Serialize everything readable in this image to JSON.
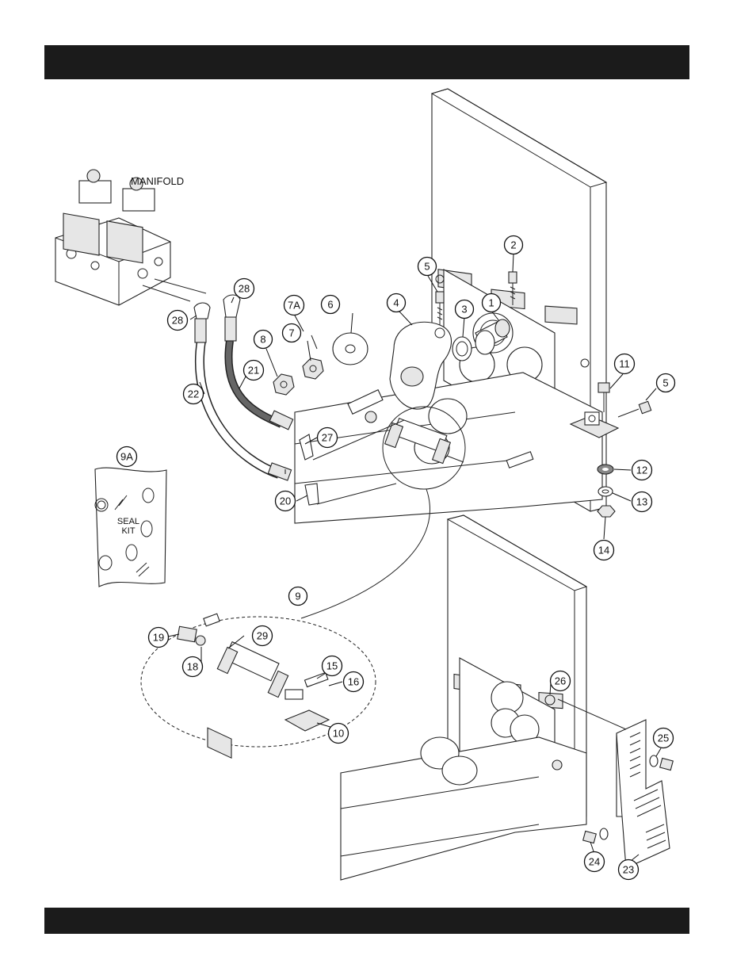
{
  "callouts": [
    {
      "id": "c1",
      "label": "1"
    },
    {
      "id": "c2",
      "label": "2"
    },
    {
      "id": "c3",
      "label": "3"
    },
    {
      "id": "c4",
      "label": "4"
    },
    {
      "id": "c5a",
      "label": "5"
    },
    {
      "id": "c5b",
      "label": "5"
    },
    {
      "id": "c6",
      "label": "6"
    },
    {
      "id": "c7",
      "label": "7"
    },
    {
      "id": "c7a",
      "label": "7A"
    },
    {
      "id": "c8",
      "label": "8"
    },
    {
      "id": "c9",
      "label": "9"
    },
    {
      "id": "c9a",
      "label": "9A"
    },
    {
      "id": "c10",
      "label": "10"
    },
    {
      "id": "c11",
      "label": "11"
    },
    {
      "id": "c12",
      "label": "12"
    },
    {
      "id": "c13",
      "label": "13"
    },
    {
      "id": "c14",
      "label": "14"
    },
    {
      "id": "c15",
      "label": "15"
    },
    {
      "id": "c16",
      "label": "16"
    },
    {
      "id": "c18",
      "label": "18"
    },
    {
      "id": "c19",
      "label": "19"
    },
    {
      "id": "c20",
      "label": "20"
    },
    {
      "id": "c21",
      "label": "21"
    },
    {
      "id": "c22",
      "label": "22"
    },
    {
      "id": "c23",
      "label": "23"
    },
    {
      "id": "c24",
      "label": "24"
    },
    {
      "id": "c25",
      "label": "25"
    },
    {
      "id": "c26",
      "label": "26"
    },
    {
      "id": "c27",
      "label": "27"
    },
    {
      "id": "c28a",
      "label": "28"
    },
    {
      "id": "c28b",
      "label": "28"
    },
    {
      "id": "c29",
      "label": "29"
    }
  ],
  "labels": {
    "manifold": "MANIFOLD",
    "seal_kit_line1": "SEAL",
    "seal_kit_line2": "KIT"
  },
  "colors": {
    "band": "#1b1b1b",
    "ink": "#111111",
    "shade": "#e6e6e6"
  }
}
